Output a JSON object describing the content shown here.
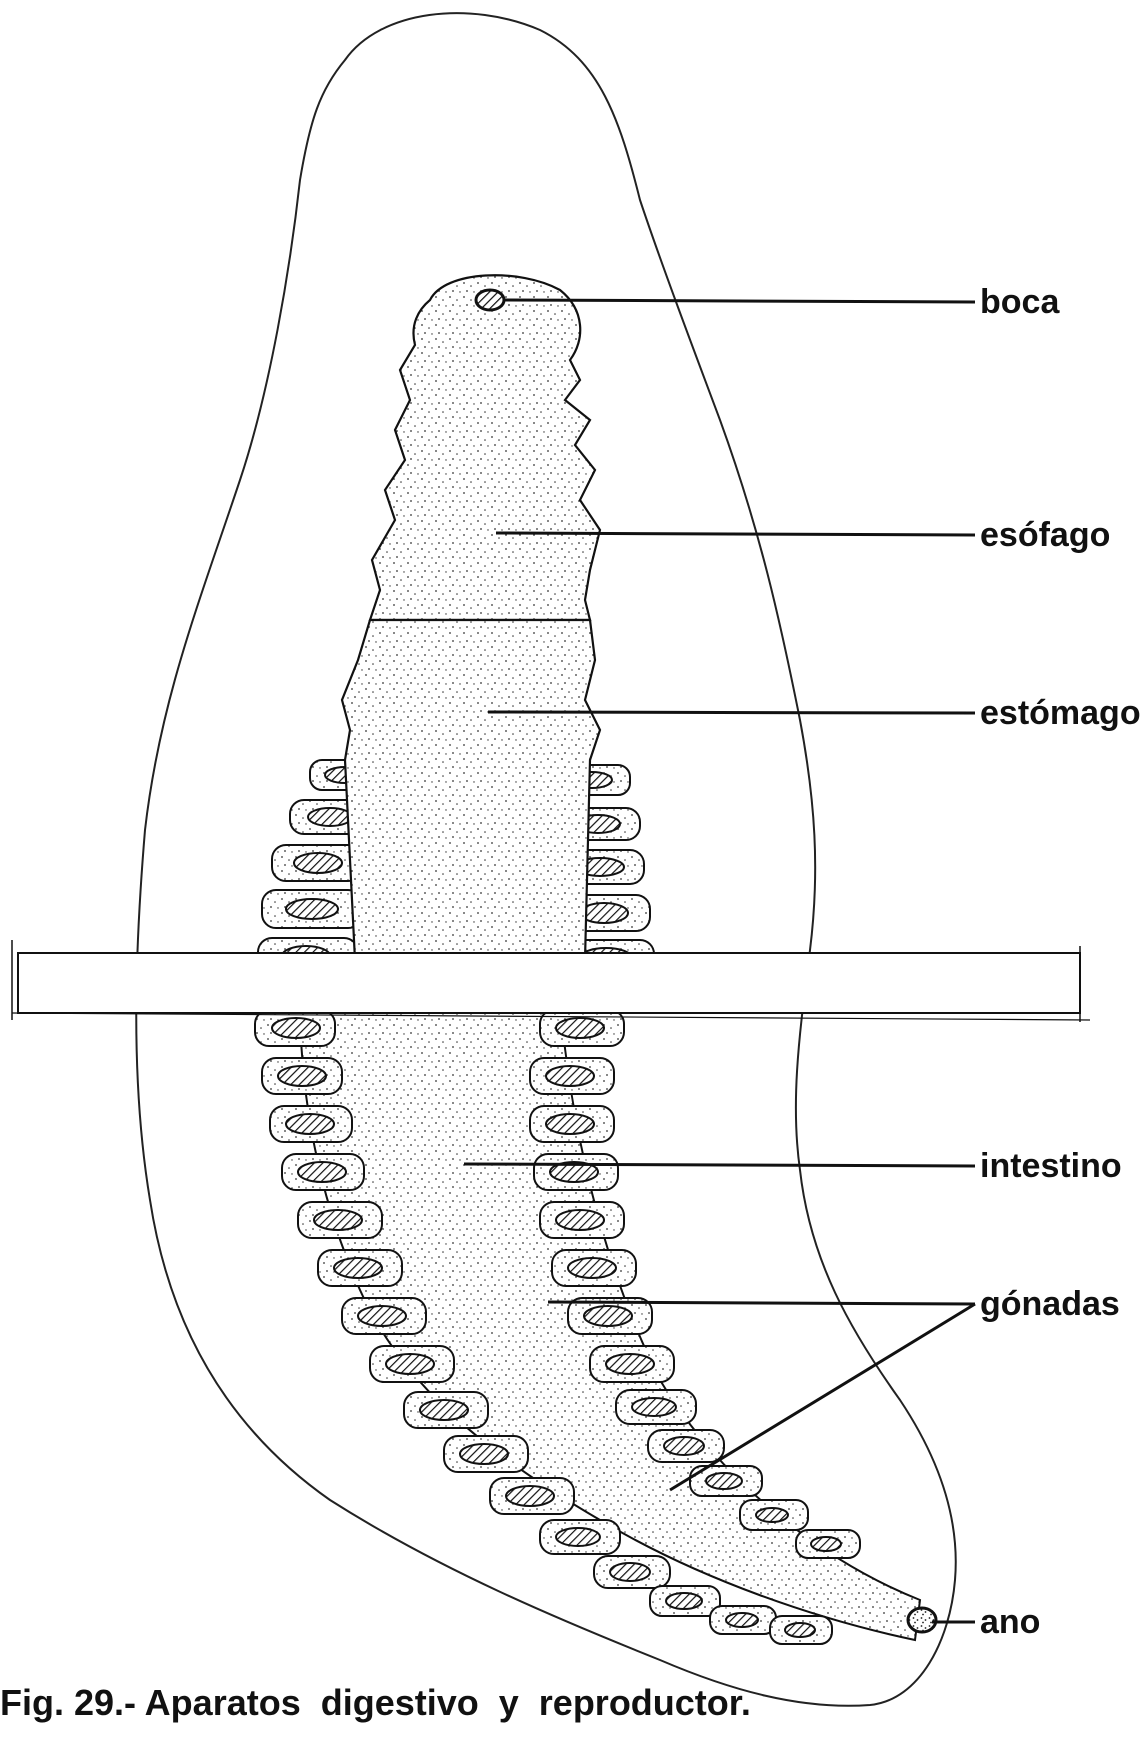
{
  "figure": {
    "labels": {
      "boca": "boca",
      "esofago": "esófago",
      "estomago": "estómago",
      "intestino": "intestino",
      "gonadas": "gónadas",
      "ano": "ano"
    },
    "caption": "Fig. 29.- Aparatos  digestivo  y  reproductor."
  }
}
